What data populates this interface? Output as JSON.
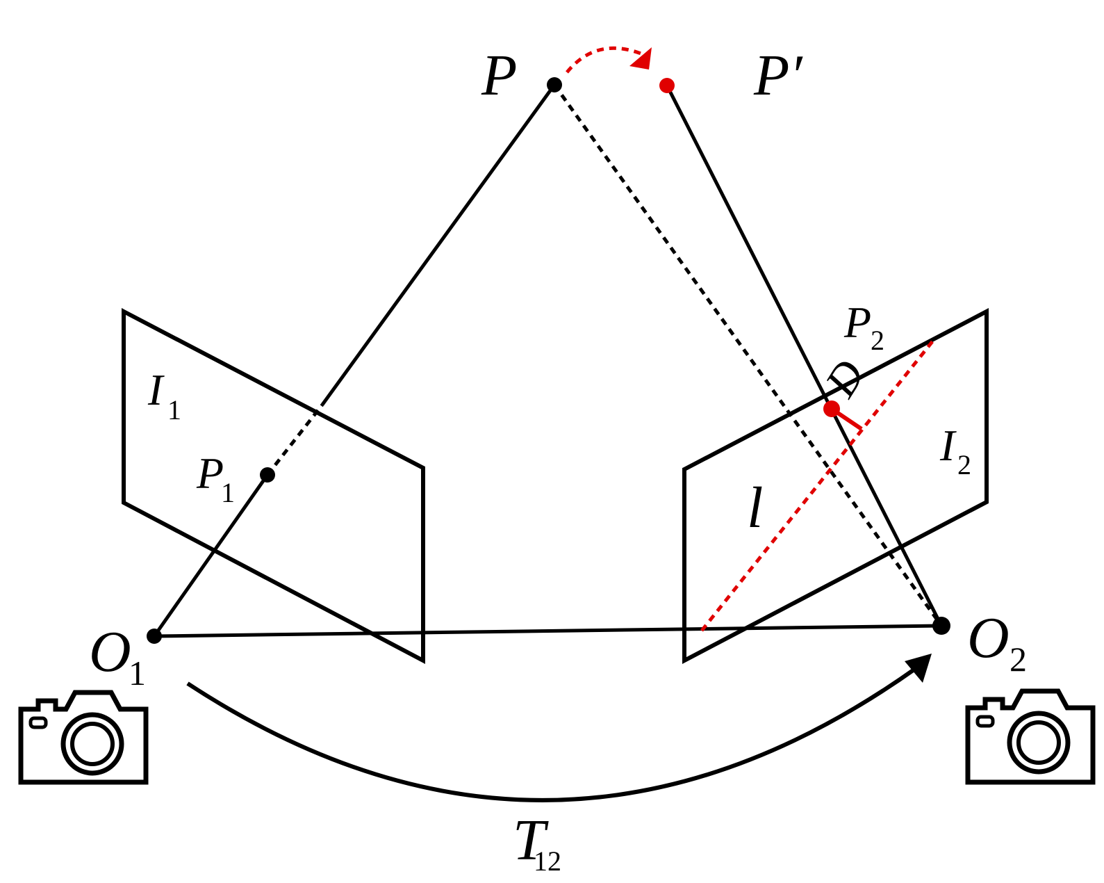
{
  "colors": {
    "ink": "#000000",
    "accent": "#e00000"
  },
  "labels": {
    "P": {
      "main": "P",
      "sub": ""
    },
    "P_prime": {
      "main": "P′",
      "sub": ""
    },
    "P1": {
      "main": "P",
      "sub": "1"
    },
    "P2": {
      "main": "P",
      "sub": "2"
    },
    "I1": {
      "main": "I",
      "sub": "1"
    },
    "I2": {
      "main": "I",
      "sub": "2"
    },
    "O1": {
      "main": "O",
      "sub": "1"
    },
    "O2": {
      "main": "O",
      "sub": "2"
    },
    "l": {
      "main": "l",
      "sub": ""
    },
    "D": {
      "main": "D",
      "sub": ""
    },
    "T12": {
      "main": "T",
      "sub": "12"
    }
  },
  "icons": [
    "camera-icon",
    "camera-icon"
  ]
}
